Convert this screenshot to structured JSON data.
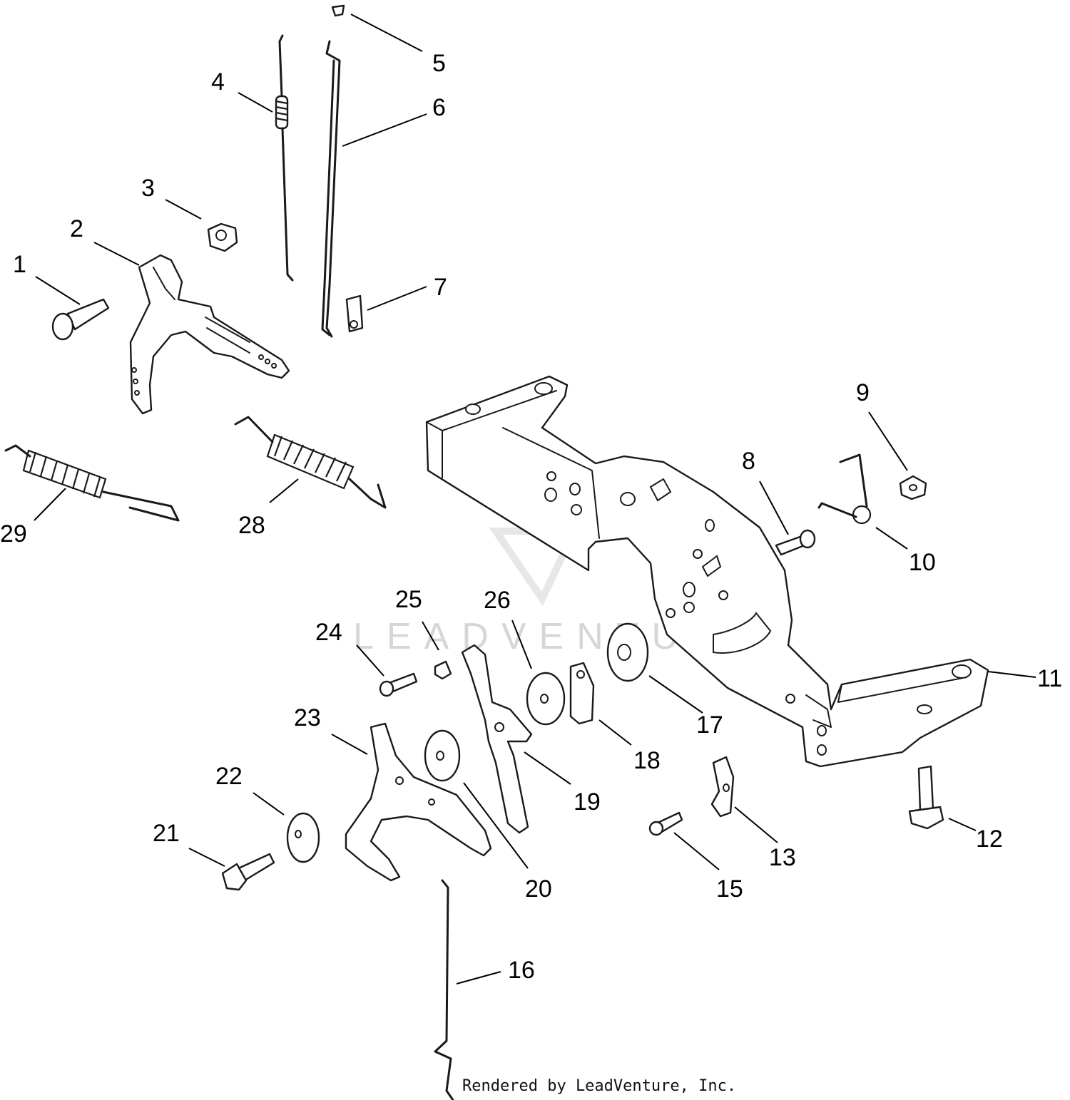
{
  "callouts": [
    {
      "id": "c1",
      "text": "1"
    },
    {
      "id": "c2",
      "text": "2"
    },
    {
      "id": "c3",
      "text": "3"
    },
    {
      "id": "c4",
      "text": "4"
    },
    {
      "id": "c5",
      "text": "5"
    },
    {
      "id": "c6",
      "text": "6"
    },
    {
      "id": "c7",
      "text": "7"
    },
    {
      "id": "c8",
      "text": "8"
    },
    {
      "id": "c9",
      "text": "9"
    },
    {
      "id": "c10",
      "text": "10"
    },
    {
      "id": "c11",
      "text": "11"
    },
    {
      "id": "c12",
      "text": "12"
    },
    {
      "id": "c13",
      "text": "13"
    },
    {
      "id": "c15",
      "text": "15"
    },
    {
      "id": "c16",
      "text": "16"
    },
    {
      "id": "c17",
      "text": "17"
    },
    {
      "id": "c18",
      "text": "18"
    },
    {
      "id": "c19",
      "text": "19"
    },
    {
      "id": "c20",
      "text": "20"
    },
    {
      "id": "c21",
      "text": "21"
    },
    {
      "id": "c22",
      "text": "22"
    },
    {
      "id": "c23",
      "text": "23"
    },
    {
      "id": "c24",
      "text": "24"
    },
    {
      "id": "c25",
      "text": "25"
    },
    {
      "id": "c26",
      "text": "26"
    },
    {
      "id": "c28",
      "text": "28"
    },
    {
      "id": "c29",
      "text": "29"
    }
  ],
  "watermark": "LEADVENTURE",
  "credit": "Rendered by LeadVenture, Inc.",
  "colors": {
    "line": "#1a1a1a",
    "watermark": "#d6d6d6",
    "background": "#ffffff"
  }
}
